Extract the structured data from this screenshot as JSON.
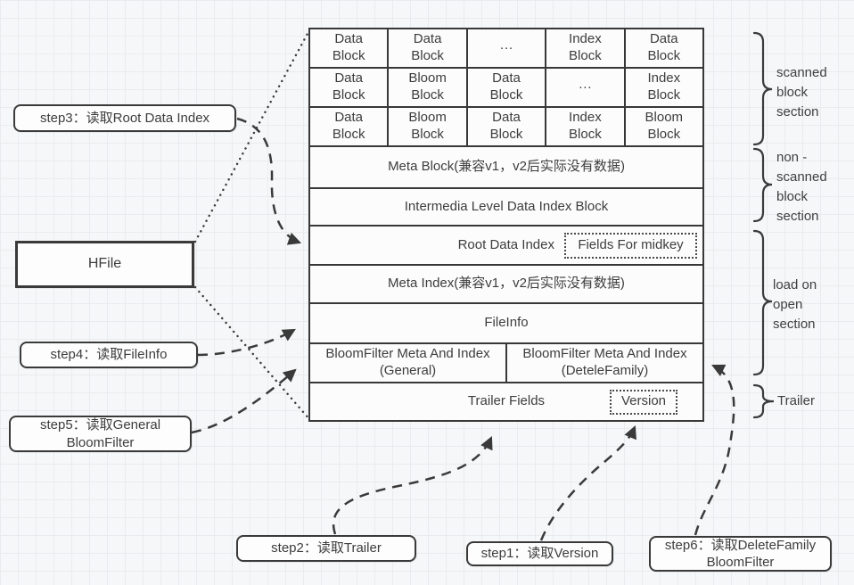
{
  "table": {
    "block_rows": [
      [
        "Data Block",
        "Data Block",
        "···",
        "Index Block",
        "Data Block"
      ],
      [
        "Data Block",
        "Bloom Block",
        "Data Block",
        "···",
        "Index Block"
      ],
      [
        "Data Block",
        "Bloom Block",
        "Data Block",
        "Index Block",
        "Bloom Block"
      ]
    ],
    "meta_block": "Meta Block(兼容v1，v2后实际没有数据)",
    "intermedia_index": "Intermedia Level Data Index Block",
    "root_data_index": "Root Data Index",
    "fields_for_midkey": "Fields For midkey",
    "meta_index": "Meta Index(兼容v1，v2后实际没有数据)",
    "fileinfo": "FileInfo",
    "bloom_general": "BloomFilter Meta And Index\n(General)",
    "bloom_deletefamily": "BloomFilter Meta And Index\n(DeteleFamily)",
    "trailer_fields": "Trailer Fields",
    "version": "Version"
  },
  "nodes": {
    "hfile": "HFile",
    "step1": "step1：读取Version",
    "step2": "step2：读取Trailer",
    "step3": "step3：读取Root Data Index",
    "step4": "step4：读取FileInfo",
    "step5": "step5：读取General\nBloomFilter",
    "step6": "step6：读取DeleteFamily\nBloomFilter"
  },
  "sections": {
    "scanned": "scanned\nblock\nsection",
    "non_scanned": "non -\nscanned\nblock\nsection",
    "load_on_open": "load on\nopen\nsection",
    "trailer": "Trailer"
  },
  "colors": {
    "line": "#3a3a3a",
    "canvas_bg": "#f6f7f8",
    "cell_bg": "#fcfcfd"
  }
}
